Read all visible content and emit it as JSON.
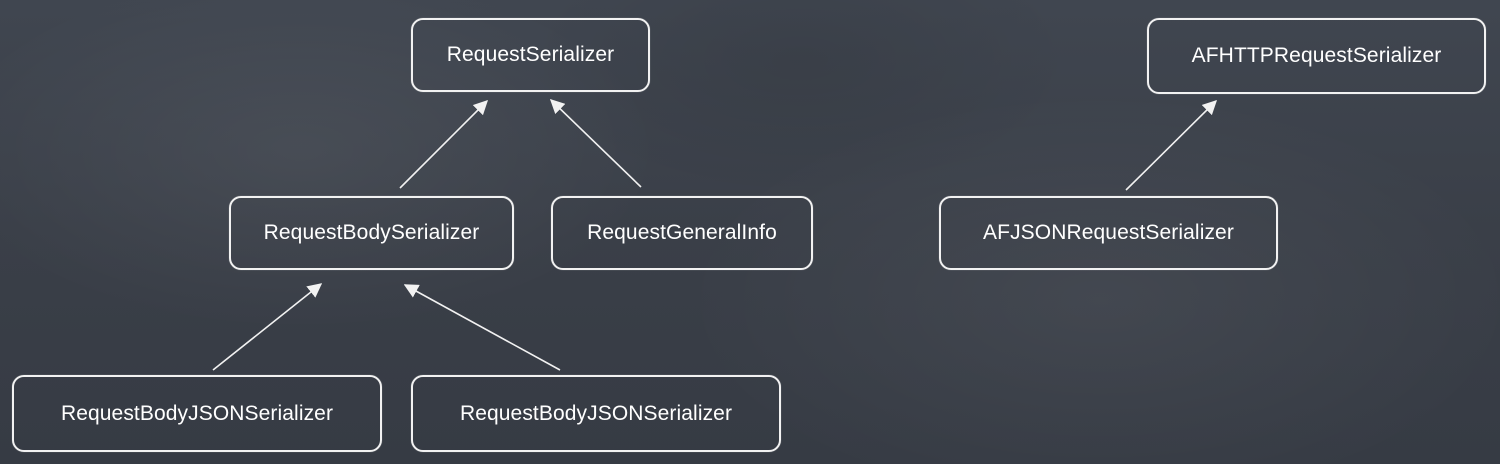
{
  "colors": {
    "background": "#3a4049",
    "chalk": "#f2f2f2"
  },
  "nodes": {
    "request_serializer": "RequestSerializer",
    "request_body_serializer": "RequestBodySerializer",
    "request_general_info": "RequestGeneralInfo",
    "request_body_json_serializer_left": "RequestBodyJSONSerializer",
    "request_body_json_serializer_right": "RequestBodyJSONSerializer",
    "af_http_request_serializer": "AFHTTPRequestSerializer",
    "af_json_request_serializer": "AFJSONRequestSerializer"
  },
  "edges": [
    {
      "from": "request_body_serializer",
      "to": "request_serializer"
    },
    {
      "from": "request_general_info",
      "to": "request_serializer"
    },
    {
      "from": "request_body_json_serializer_left",
      "to": "request_body_serializer"
    },
    {
      "from": "request_body_json_serializer_right",
      "to": "request_body_serializer"
    },
    {
      "from": "af_json_request_serializer",
      "to": "af_http_request_serializer"
    }
  ]
}
